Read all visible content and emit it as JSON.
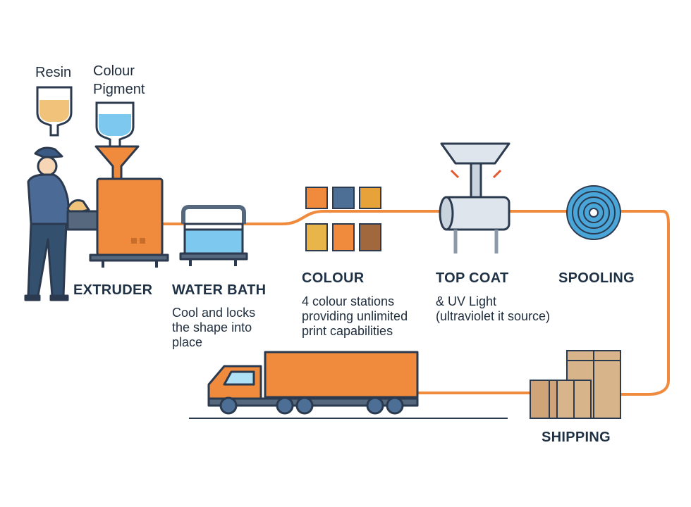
{
  "inputs": {
    "resin_label": "Resin",
    "pigment_label": "Colour\nPigment"
  },
  "stages": {
    "extruder": {
      "title": "EXTRUDER"
    },
    "water_bath": {
      "title": "WATER BATH",
      "desc": "Cool and locks\nthe shape into\nplace"
    },
    "colour": {
      "title": "COLOUR",
      "desc": "4 colour stations\nproviding unlimited\nprint capabilities"
    },
    "top_coat": {
      "title": "TOP COAT",
      "desc": "& UV Light\n(ultraviolet it source)"
    },
    "spooling": {
      "title": "SPOOLING"
    },
    "shipping": {
      "title": "SHIPPING"
    }
  },
  "colors": {
    "orange": "#f08a3c",
    "outline": "#2b3a4e",
    "water": "#7cc8ee",
    "steel": "#c9d3dd",
    "box": "#d8b48a",
    "spool": "#4aa5d8"
  }
}
